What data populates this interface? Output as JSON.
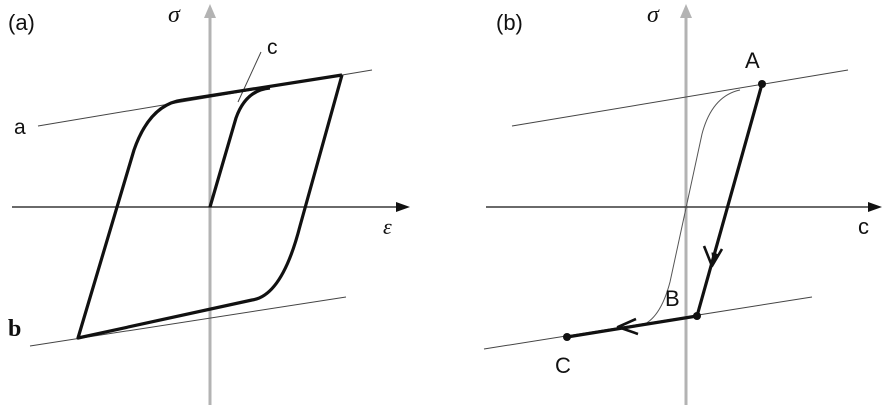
{
  "panel_a": {
    "tag": "(a)",
    "axis_y": "σ",
    "axis_x": "ε",
    "line_a_label": "a",
    "line_b_label": "b",
    "line_c_label": "c"
  },
  "panel_b": {
    "tag": "(b)",
    "axis_y": "σ",
    "axis_x": "c",
    "point_a": "A",
    "point_b": "B",
    "point_c": "C"
  },
  "colors": {
    "ink": "#111111",
    "vertical_axis": "#b3b3b3",
    "thin_line": "#444444"
  }
}
